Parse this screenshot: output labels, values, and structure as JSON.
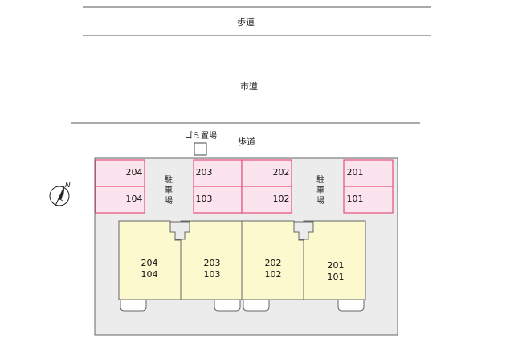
{
  "labels": {
    "sidewalk_top": "歩道",
    "city_road": "市道",
    "garbage_area": "ゴミ置場",
    "sidewalk_bottom": "歩道",
    "parking_left": [
      "駐",
      "車",
      "場"
    ],
    "parking_right": [
      "駐",
      "車",
      "場"
    ],
    "north": "N"
  },
  "parking": {
    "left": [
      "204",
      "104"
    ],
    "center_a": [
      "203",
      "103"
    ],
    "center_b": [
      "202",
      "102"
    ],
    "right": [
      "201",
      "101"
    ]
  },
  "buildings": [
    {
      "top": "204",
      "bottom": "104"
    },
    {
      "top": "203",
      "bottom": "103"
    },
    {
      "top": "202",
      "bottom": "102"
    },
    {
      "top": "201",
      "bottom": "101"
    }
  ],
  "colors": {
    "parking_fill": "#fce4ee",
    "parking_stroke": "#e4507a",
    "building_fill": "#fbf9cd",
    "lot_fill": "#ececec",
    "line": "#555555"
  }
}
